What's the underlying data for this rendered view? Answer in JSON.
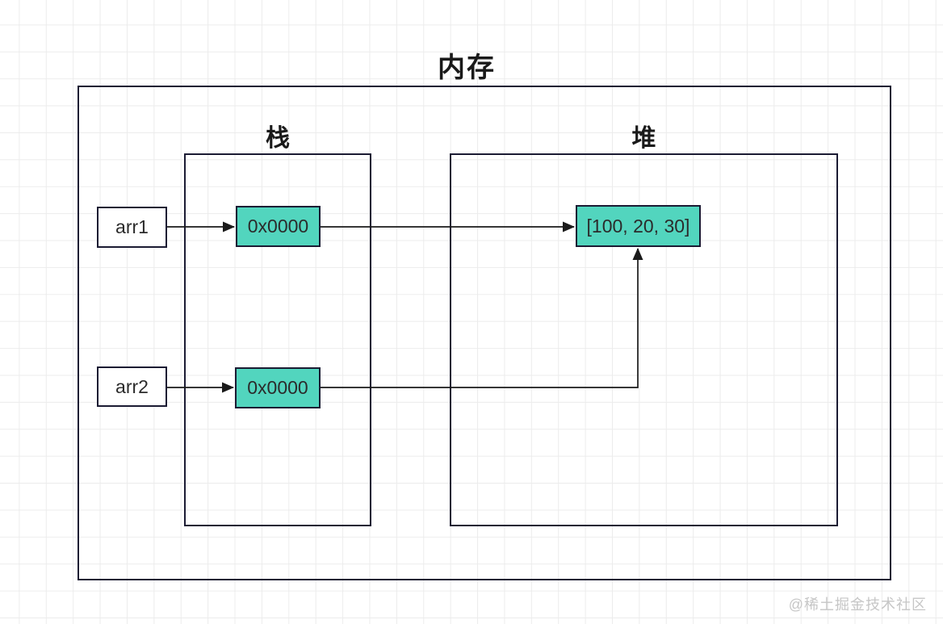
{
  "page": {
    "title": "内存",
    "watermark": "@稀土掘金技术社区"
  },
  "regions": {
    "stack": {
      "label": "栈"
    },
    "heap": {
      "label": "堆"
    }
  },
  "nodes": {
    "arr1": {
      "label": "arr1",
      "kind": "variable",
      "region": "outside-stack"
    },
    "arr2": {
      "label": "arr2",
      "kind": "variable",
      "region": "outside-stack"
    },
    "pointer1": {
      "label": "0x0000",
      "kind": "address",
      "region": "stack"
    },
    "pointer2": {
      "label": "0x0000",
      "kind": "address",
      "region": "stack"
    },
    "array_value": {
      "label": "[100, 20, 30]",
      "kind": "array",
      "region": "heap"
    }
  },
  "edges": [
    {
      "from": "arr1",
      "to": "pointer1"
    },
    {
      "from": "pointer1",
      "to": "array_value"
    },
    {
      "from": "arr2",
      "to": "pointer2"
    },
    {
      "from": "pointer2",
      "to": "array_value"
    }
  ],
  "colors": {
    "node_fill": "#52d5be",
    "box_border": "#1b1b33",
    "arrow": "#1a1a1a",
    "grid_line": "#ececec",
    "text": "#2b2b2b",
    "title_text": "#1a1a1a",
    "watermark_text": "#c6c6c6",
    "background": "#ffffff"
  }
}
